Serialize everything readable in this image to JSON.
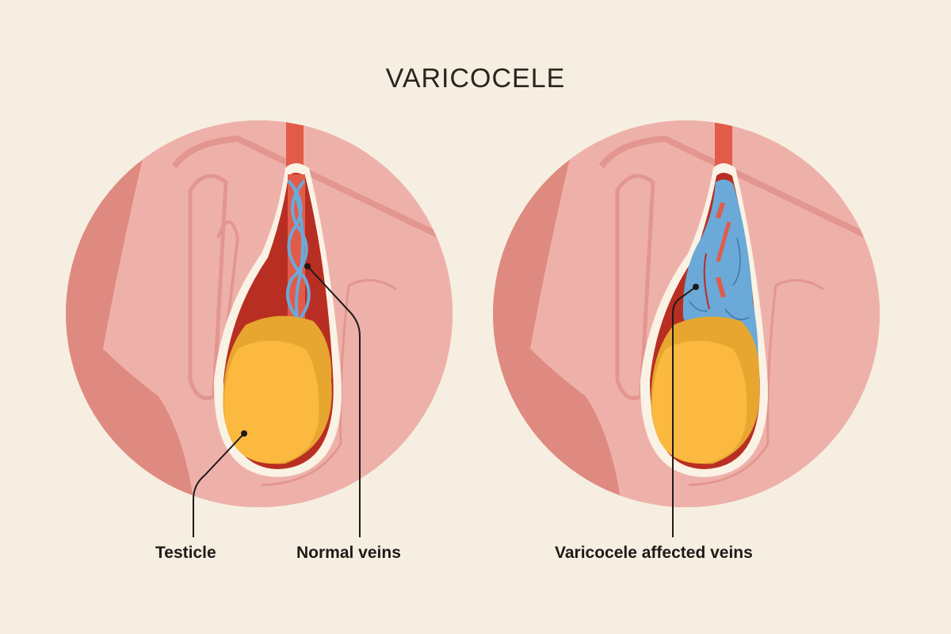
{
  "title": "VARICOCELE",
  "panels": [
    {
      "id": "normal",
      "labels": {
        "testicle": "Testicle",
        "veins": "Normal veins"
      }
    },
    {
      "id": "varicocele",
      "labels": {
        "veins": "Varicocele affected veins"
      }
    }
  ],
  "colors": {
    "background": "#f6efe1",
    "skin_outer": "#df8a80",
    "skin_light": "#eeb1aa",
    "skin_line": "#e39690",
    "sac_outline": "#faf2e4",
    "sac_inner": "#b92e22",
    "cord_artery": "#e25b49",
    "vein_blue": "#6aa9d8",
    "testicle": "#fbb940",
    "epididymis": "#e6a630",
    "leader_line": "#1d1a18"
  }
}
